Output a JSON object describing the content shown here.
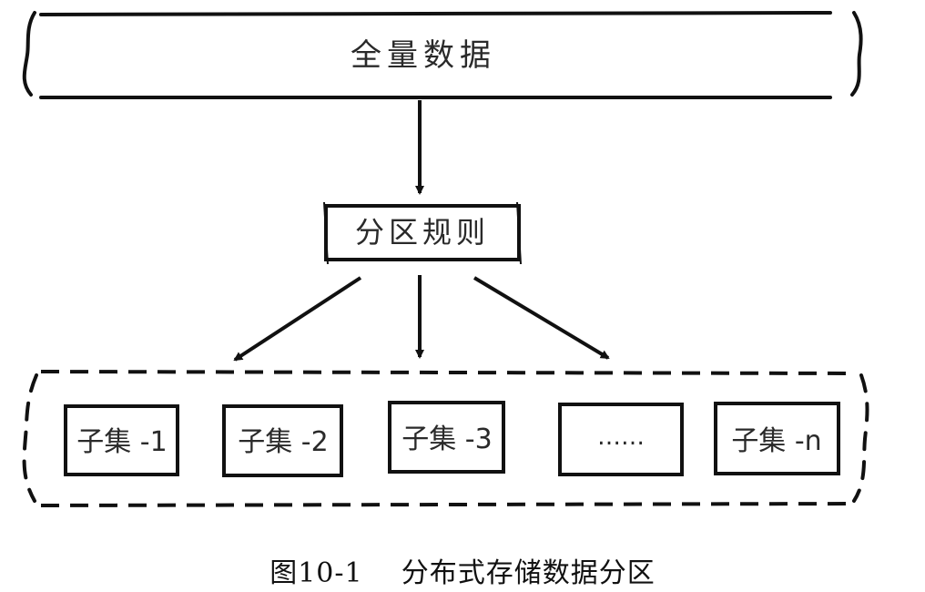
{
  "diagram": {
    "full_data_label": "全量数据",
    "partition_rule_label": "分区规则",
    "subsets": [
      {
        "label": "子集 -1"
      },
      {
        "label": "子集 -2"
      },
      {
        "label": "子集 -3"
      },
      {
        "label": "……"
      },
      {
        "label": "子集 -n"
      }
    ]
  },
  "caption": {
    "figure_number": "图10-1",
    "title": "分布式存储数据分区"
  }
}
